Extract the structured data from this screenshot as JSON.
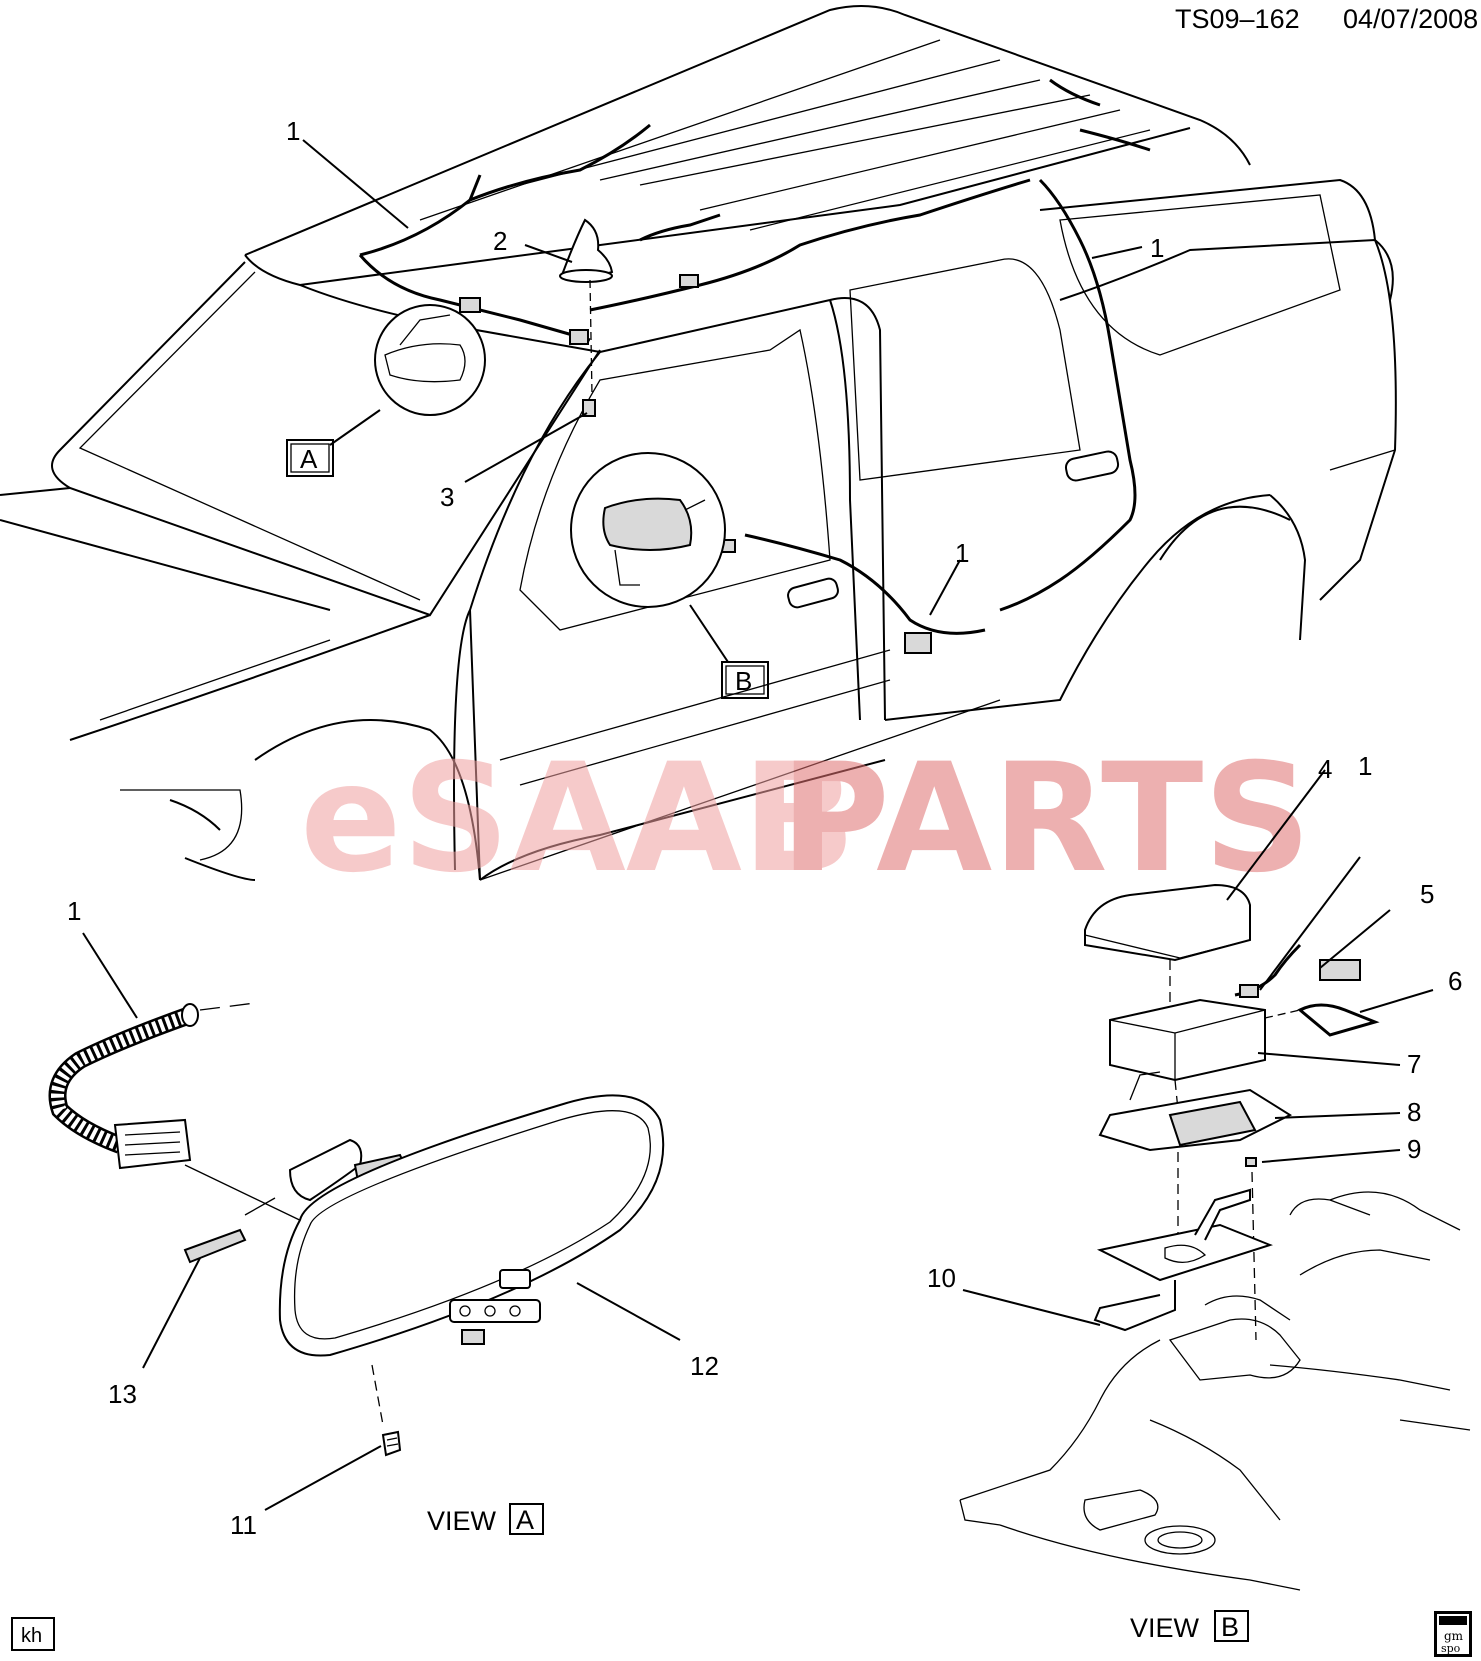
{
  "header": {
    "drawing_id": "TS09–162",
    "date": "04/07/2008"
  },
  "watermark": {
    "part1": "eSAAB",
    "part2": "PARTS",
    "color": "#f0a0a0"
  },
  "callouts": {
    "c1_roof": "1",
    "c1_rear": "1",
    "c1_door": "1",
    "c1_viewa": "1",
    "c1_viewb": "1",
    "c2": "2",
    "c3": "3",
    "c4": "4",
    "c5": "5",
    "c6": "6",
    "c7": "7",
    "c8": "8",
    "c9": "9",
    "c10": "10",
    "c11": "11",
    "c12": "12",
    "c13": "13"
  },
  "detail_refs": {
    "a": "A",
    "b": "B"
  },
  "views": {
    "view_a_label": "VIEW",
    "view_a_letter": "A",
    "view_b_label": "VIEW",
    "view_b_letter": "B"
  },
  "footer": {
    "kh": "kh",
    "gm_top": "gm",
    "gm_bottom": "spo"
  },
  "icons": [
    "detail-circle-a-icon",
    "detail-circle-b-icon",
    "gm-spo-logo-icon"
  ]
}
